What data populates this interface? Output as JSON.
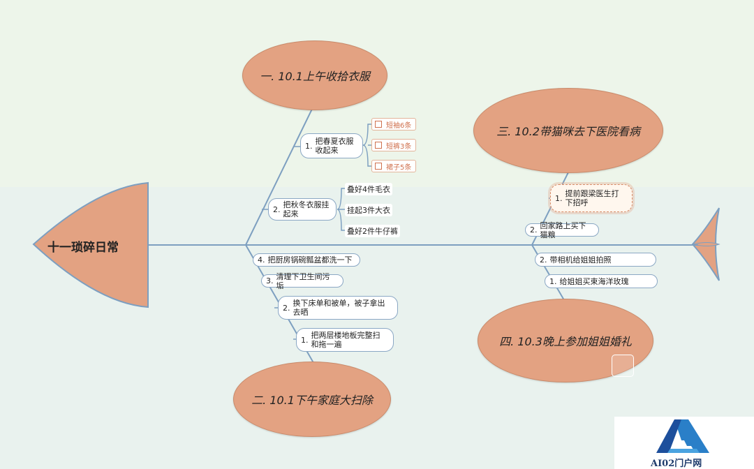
{
  "diagram": {
    "head_title": "十一琐碎日常",
    "branches": [
      {
        "title": "一. 10.1上午收拾衣服"
      },
      {
        "title": "二. 10.1下午家庭大扫除"
      },
      {
        "title": "三. 10.2带猫咪去下医院看病"
      },
      {
        "title": "四. 10.3晚上参加姐姐婚礼"
      }
    ],
    "branch1_items": [
      {
        "num": "1.",
        "text": "把春夏衣服收起来"
      },
      {
        "num": "2.",
        "text": "把秋冬衣服挂起来"
      }
    ],
    "branch1_tags": [
      "短袖6条",
      "短裤3条",
      "裙子5条"
    ],
    "branch1_leaves": [
      "叠好4件毛衣",
      "挂起3件大衣",
      "叠好2件牛仔裤"
    ],
    "branch2_items": [
      {
        "num": "4.",
        "text": "把厨房锅碗瓢盆都洗一下"
      },
      {
        "num": "3.",
        "text": "清理下卫生间污垢"
      },
      {
        "num": "2.",
        "text": "换下床单和被单，被子拿出去晒"
      },
      {
        "num": "1.",
        "text": "把两层楼地板完整扫和拖一遍"
      }
    ],
    "branch3_items": [
      {
        "num": "1.",
        "text": "提前跟梁医生打下招呼"
      },
      {
        "num": "2.",
        "text": "回家路上买下猫粮"
      }
    ],
    "branch4_items": [
      {
        "num": "2.",
        "text": "带相机给姐姐拍照"
      },
      {
        "num": "1.",
        "text": "给姐姐买束海洋玫瑰"
      }
    ]
  },
  "watermark": {
    "text": "AI02门户网"
  },
  "colors": {
    "node": "#e3a282",
    "line": "#7d9fc0",
    "tag": "#d0714e"
  }
}
